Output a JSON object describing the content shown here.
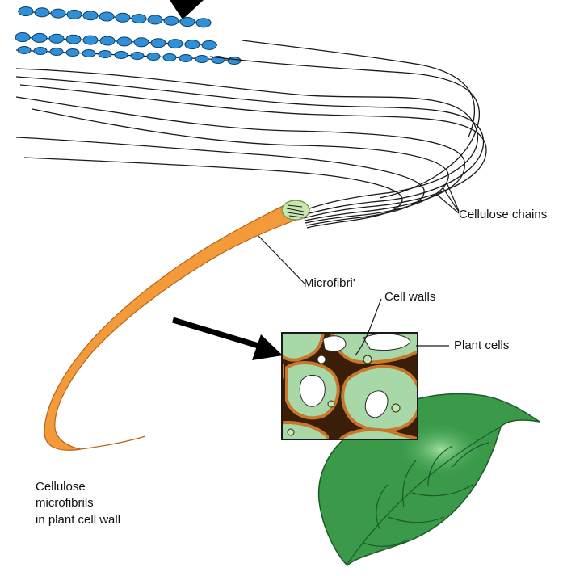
{
  "labels": {
    "cellulose_chains": "Cellulose chains",
    "microfibril": "Microfibri'",
    "cell_walls": "Cell walls",
    "plant_cells": "Plant cells"
  },
  "caption": {
    "line1": "Cellulose",
    "line2": "microfibrils",
    "line3": "in plant cell wall"
  },
  "colors": {
    "glucose_unit": "#2f8fd8",
    "microfibril": "#f39a3a",
    "cell_interior": "#a8d8a8",
    "cell_wall": "#6b3a12",
    "leaf": "#3a9a4a",
    "arrow": "#000000"
  }
}
